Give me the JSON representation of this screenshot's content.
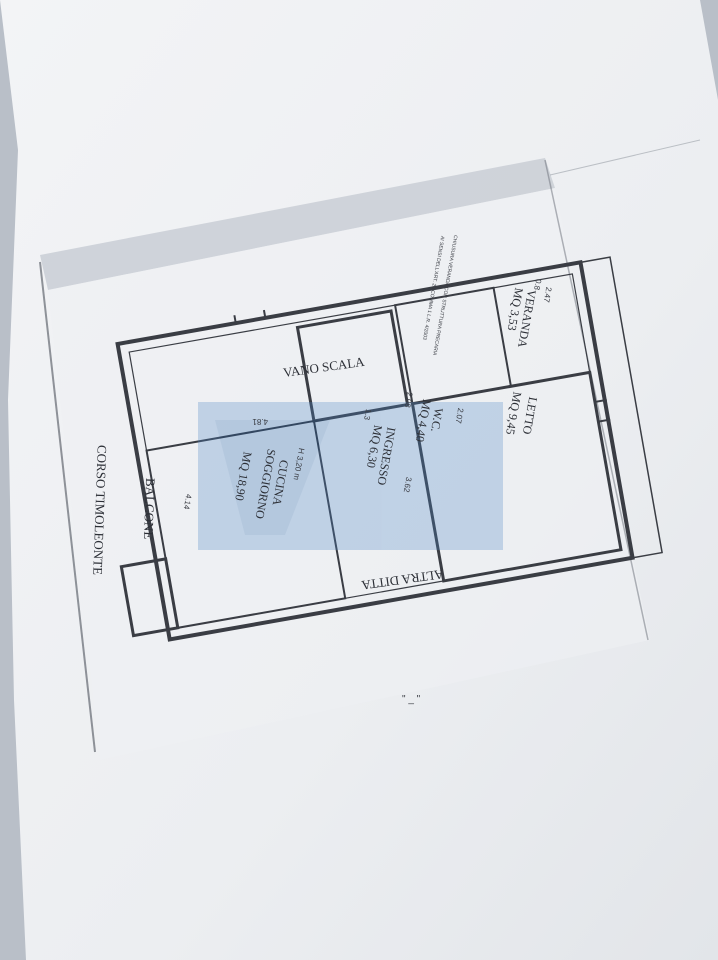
{
  "plan": {
    "street": "CORSO TIMOLEONTE",
    "balcony": "BALCONE",
    "stairwell": "VANO SCALA",
    "neighbour": "ALTRA DITTA",
    "rooms": [
      {
        "name": "CUCINA SOGGIORNO",
        "line1": "CUCINA",
        "line2": "SOGGIORNO",
        "area": "MQ 18,90"
      },
      {
        "name": "INGRESSO",
        "line1": "INGRESSO",
        "area": "MQ 6,30"
      },
      {
        "name": "W.C.",
        "line1": "W.C.",
        "area": "MQ 4,40"
      },
      {
        "name": "LETTO",
        "line1": "LETTO",
        "area": "MQ 9,45"
      },
      {
        "name": "VERANDA",
        "line1": "VERANDA",
        "area": "MQ 3,53"
      }
    ],
    "height": "H 3,20 m",
    "dimensions": {
      "kitchen_width": "4.81",
      "kitchen_depth": "4.14",
      "entry_width": "1.3",
      "wc_width": "2.08",
      "wc_depth": "2.07",
      "corridor": "3.62",
      "veranda_width": "2.47",
      "veranda_depth": "0.8"
    },
    "veranda_note_lines": [
      "CHIUSURA VERANDA CON STRUTTURA PRECARIA",
      "AI SENSI DELL'ART. 20 COMMA 1 L.R. 4/2003"
    ],
    "footer_mark": "\" _ \""
  },
  "colors": {
    "paper": "#eef0f3",
    "lines": "#3a3d44",
    "backdrop": "#b8bec8",
    "watermark": "#1f5fa8"
  }
}
